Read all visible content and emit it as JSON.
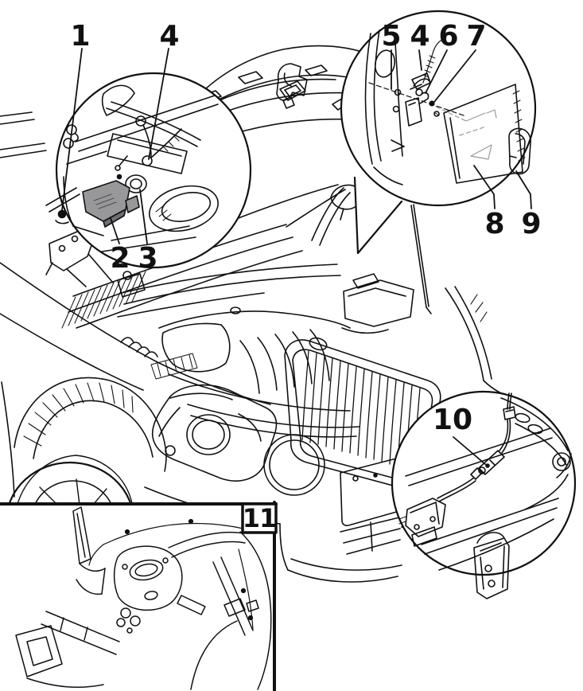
{
  "figure": {
    "kind": "vehicle-hood-release-technical-illustration",
    "background_color": "#ffffff",
    "line_color": "#111111",
    "highlight_part_fill": "#98989b",
    "inset_count": 4
  },
  "callouts": [
    {
      "label": "1"
    },
    {
      "label": "4"
    },
    {
      "label": "2"
    },
    {
      "label": "3"
    },
    {
      "label": "5"
    },
    {
      "label": "4"
    },
    {
      "label": "6"
    },
    {
      "label": "7"
    },
    {
      "label": "8"
    },
    {
      "label": "9"
    },
    {
      "label": "10"
    },
    {
      "label": "11"
    }
  ],
  "insets": [
    {
      "shape": "circle",
      "position": "top-left",
      "callout_labels": [
        "1",
        "4",
        "2",
        "3"
      ]
    },
    {
      "shape": "circle",
      "position": "top-right",
      "callout_labels": [
        "5",
        "4",
        "6",
        "7",
        "8",
        "9"
      ]
    },
    {
      "shape": "circle",
      "position": "bottom-right",
      "callout_labels": [
        "10"
      ]
    },
    {
      "shape": "rectangle",
      "position": "bottom-left",
      "callout_labels": [
        "11"
      ]
    }
  ]
}
